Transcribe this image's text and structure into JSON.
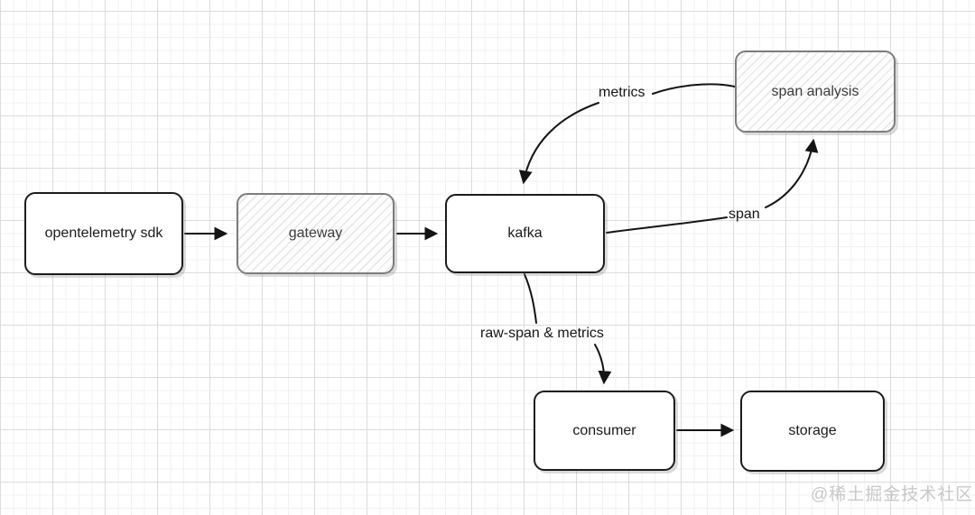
{
  "diagram": {
    "nodes": [
      {
        "label": "opentelemetry sdk",
        "variant": "solid"
      },
      {
        "label": "gateway",
        "variant": "hatched"
      },
      {
        "label": "kafka",
        "variant": "solid"
      },
      {
        "label": "span analysis",
        "variant": "hatched"
      },
      {
        "label": "consumer",
        "variant": "solid"
      },
      {
        "label": "storage",
        "variant": "solid"
      }
    ],
    "edges": [
      {
        "from": "opentelemetry sdk",
        "to": "gateway",
        "label": "",
        "style": "straight"
      },
      {
        "from": "gateway",
        "to": "kafka",
        "label": "",
        "style": "straight"
      },
      {
        "from": "span analysis",
        "to": "kafka",
        "label": "metrics",
        "style": "curved"
      },
      {
        "from": "kafka",
        "to": "span analysis",
        "label": "span",
        "style": "curved"
      },
      {
        "from": "kafka",
        "to": "consumer",
        "label": "raw-span & metrics",
        "style": "curved"
      },
      {
        "from": "consumer",
        "to": "storage",
        "label": "",
        "style": "straight"
      }
    ]
  },
  "watermark": {
    "text": "@稀土掘金技术社区"
  },
  "colors": {
    "node_border": "#1c1c1c",
    "hatched_border": "#7d7d7d",
    "edge": "#141414",
    "grid_minor": "#f1f1f1",
    "grid_major": "#dcdcdc",
    "watermark": "#c8c8c8",
    "canvas": "#ffffff"
  }
}
